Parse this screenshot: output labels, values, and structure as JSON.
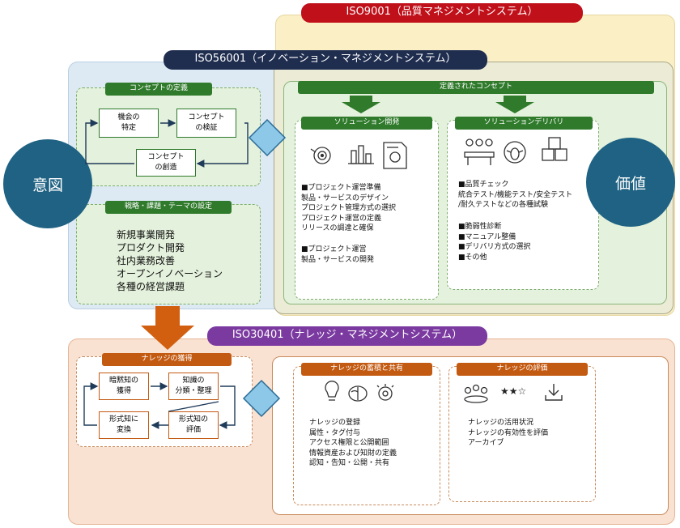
{
  "iso9001": {
    "label": "ISO9001（品質マネジメントシステム）"
  },
  "iso56001": {
    "label": "ISO56001（イノベーション・マネジメントシステム）",
    "concept_definition": {
      "title": "コンセプトの定義",
      "nodes": {
        "identify": "機会の\n特定",
        "verify": "コンセプト\nの検証",
        "create": "コンセプト\nの創造"
      }
    },
    "strategy": {
      "title": "戦略・課題・テーマの設定",
      "items": "新規事業開発\nプロダクト開発\n社内業務改善\nオープンイノベーション\n各種の経営課題"
    },
    "defined_concept": {
      "title": "定義されたコンセプト"
    },
    "solution_dev": {
      "title": "ソリューション開発",
      "text1": "■プロジェクト運営準備\n製品・サービスのデザイン\nプロジェクト管理方式の選択\nプロジェクト運営の定義\nリリースの調達と確保",
      "text2": "■プロジェクト運営\n製品・サービスの開発"
    },
    "solution_delivery": {
      "title": "ソリューションデリバリ",
      "text1": "■品質チェック\n統合テスト/機能テスト/安全テスト\n/耐久テストなどの各種試験",
      "text2": "■脆弱性診断\n■マニュアル整備\n■デリバリ方式の選択\n■その他"
    }
  },
  "circles": {
    "intent": "意図",
    "value": "価値"
  },
  "iso30401": {
    "label": "ISO30401（ナレッジ・マネジメントシステム）",
    "acquisition": {
      "title": "ナレッジの獲得",
      "nodes": {
        "tacit": "暗黙知の\n獲得",
        "classify": "知識の\n分類・整理",
        "explicit": "形式知に\n変換",
        "evaluate": "形式知の\n評価"
      }
    },
    "sharing": {
      "title": "ナレッジの蓄積と共有",
      "text": "ナレッジの登録\n属性・タグ付与\nアクセス権限と公開範囲\n情報資産および知財の定義\n認知・告知・公開・共有"
    },
    "evaluation": {
      "title": "ナレッジの評価",
      "text": "ナレッジの活用状況\nナレッジの有効性を評価\nアーカイブ",
      "stars": "★★☆"
    }
  },
  "colors": {
    "navy": "#1f2d4f",
    "red": "#c0101a",
    "purple": "#7b3aa0",
    "green": "#2f7a2b",
    "orange": "#c35a12",
    "circle": "#1f6283"
  },
  "icons": [
    "gear-target-icon",
    "chart-icon",
    "document-icon",
    "team-icon",
    "bug-icon",
    "boxes-icon",
    "lightbulb-icon",
    "brain-icon",
    "idea-gear-icon",
    "people-icon",
    "download-icon"
  ]
}
